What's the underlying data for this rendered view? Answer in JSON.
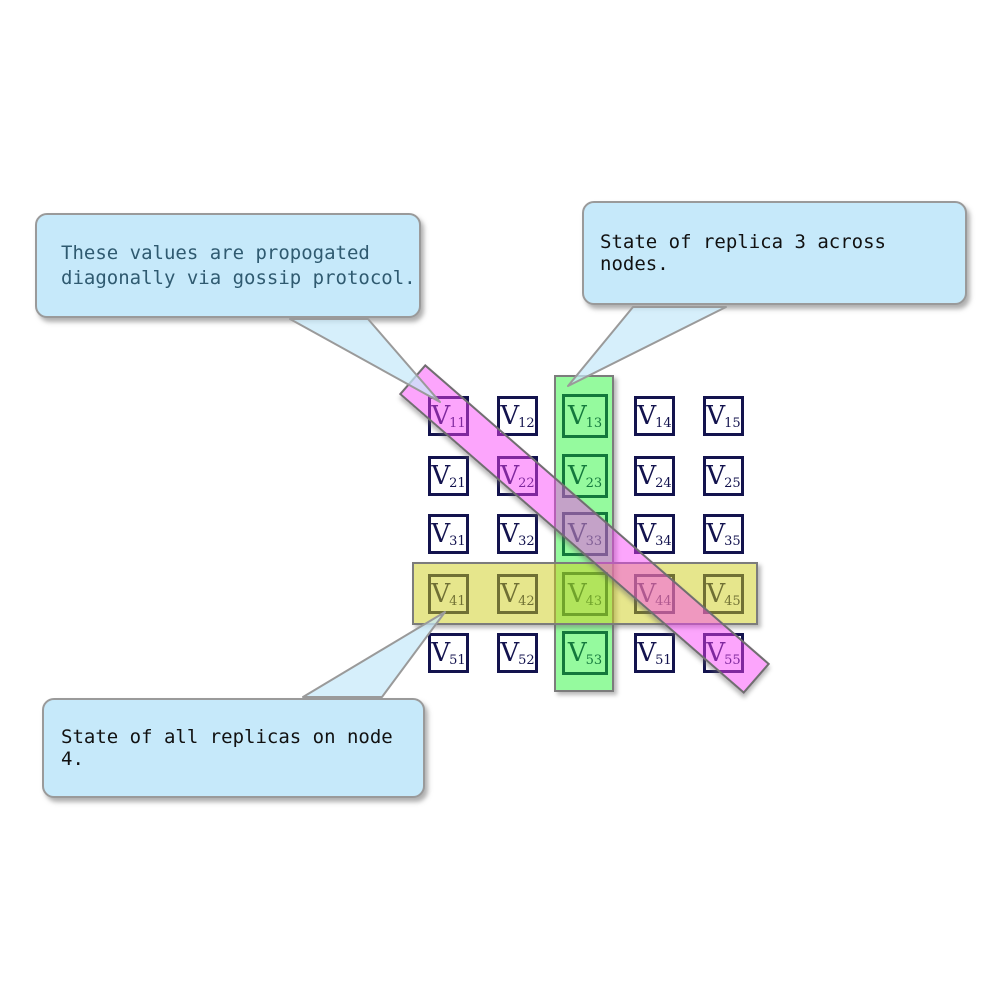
{
  "callouts": {
    "gossip": {
      "lines": [
        "These values are propogated",
        "diagonally via gossip protocol."
      ]
    },
    "replica": {
      "text": "State of replica 3 across nodes."
    },
    "node4": {
      "text": "State of all replicas on node 4."
    }
  },
  "grid": {
    "v_symbol": "V",
    "subs": [
      [
        "11",
        "12",
        "13",
        "14",
        "15"
      ],
      [
        "21",
        "22",
        "23",
        "24",
        "25"
      ],
      [
        "31",
        "32",
        "33",
        "34",
        "35"
      ],
      [
        "41",
        "42",
        "43",
        "44",
        "45"
      ],
      [
        "51",
        "52",
        "53",
        "51",
        "55"
      ]
    ]
  },
  "colors": {
    "diagonal_band_pink": "#fba4fb",
    "column_band_green": "#92fa9e",
    "row_band_yellow": "#e6e68c",
    "callout_bg": "#c6e9fa",
    "callout_border": "#9a9a9a",
    "cell_border": "#13134e",
    "gossip_text": "#2f5a70",
    "annotation_text": "#111111"
  }
}
